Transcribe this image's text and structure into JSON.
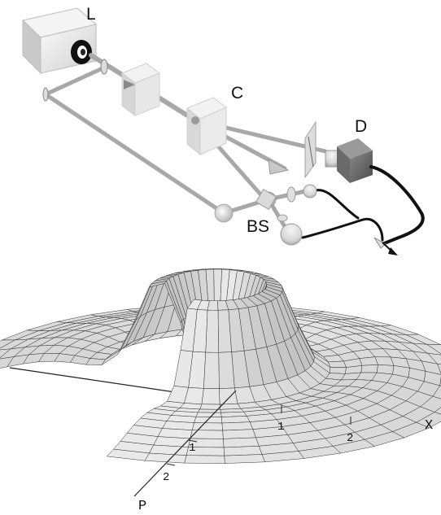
{
  "setup": {
    "labels": {
      "laser": "L",
      "crystal": "C",
      "detector": "D",
      "beam_splitter": "BS"
    }
  },
  "plot": {
    "axis_x_label": "X",
    "axis_p_label": "P",
    "x_ticks": [
      "1",
      "2"
    ],
    "p_ticks": [
      "1",
      "2"
    ],
    "surface": "radial wave-packet surface (mesh)"
  },
  "colors": {
    "background": "#ffffff",
    "beam": "#a8a8a8",
    "mesh_fill": "#eeeeee",
    "mesh_line": "#333333",
    "cable": "#111111"
  }
}
